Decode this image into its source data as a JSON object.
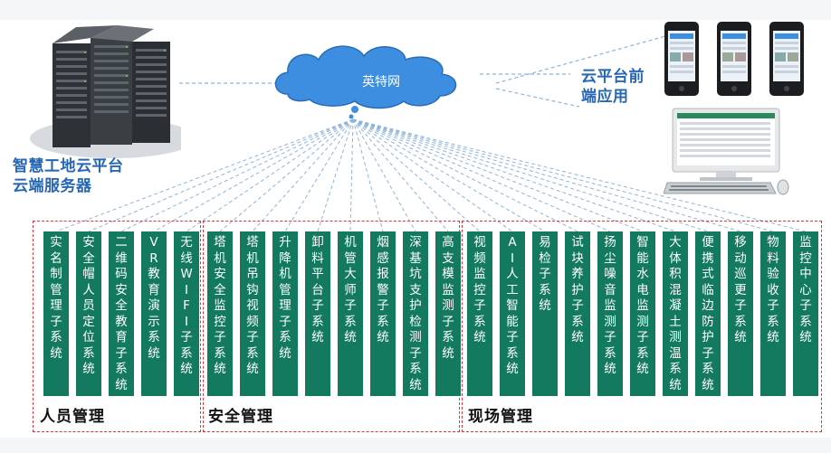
{
  "cloud_label": "英特网",
  "server_label": "智慧工地云平台云端服务器",
  "app_label": "云平台前端应用",
  "groups": [
    {
      "label": "人员管理",
      "systems": [
        "实名制管理子系统",
        "安全帽人员定位系统",
        "二维码安全教育子系统",
        "VR教育演示系统",
        "无线WIFI子系统"
      ]
    },
    {
      "label": "安全管理",
      "systems": [
        "塔机安全监控子系统",
        "塔机吊钩视频子系统",
        "升降机管理子系统",
        "卸料平台子系统",
        "机管大师子系统",
        "烟感报警子系统",
        "深基坑支护检测子系统",
        "高支模监测子系统"
      ]
    },
    {
      "label": "现场管理",
      "systems": [
        "视频监控子系统",
        "AI人工智能子系统",
        "易检子系统",
        "试块养护子系统",
        "扬尘噪音监测子系统",
        "智能水电监测子系统",
        "大体积混凝土测温系统",
        "便携式临边防护子系统",
        "移动巡更子系统",
        "物料验收子系统",
        "监控中心子系统"
      ]
    }
  ],
  "colors": {
    "column_green": "#137a5f",
    "dash_red": "#e0353d",
    "label_blue": "#2566b5",
    "cloud_blue": "#3d8ee0"
  }
}
